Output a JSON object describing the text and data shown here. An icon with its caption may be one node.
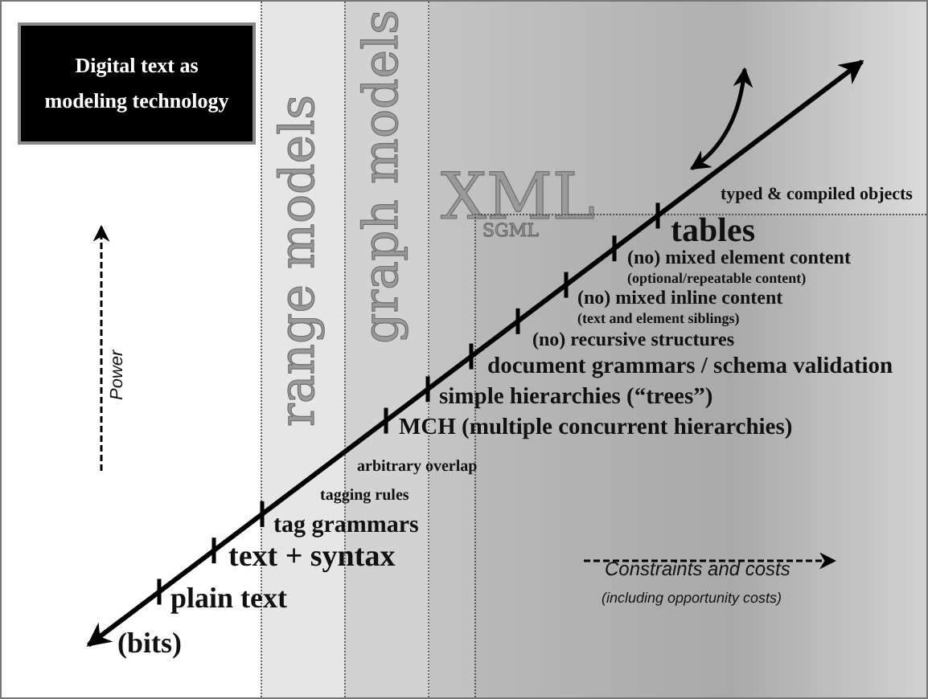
{
  "diagram": {
    "title": "Digital text as modeling technology",
    "nodes": [
      {
        "text": [
          "range models"
        ]
      },
      {
        "text": [
          "graph models"
        ]
      },
      {
        "text": [
          "XML"
        ]
      },
      {
        "text": [
          "SGML"
        ],
        "in": 2
      }
    ],
    "labels": [
      "typed & compiled objects",
      "tables",
      "(no) mixed element content",
      "(optional/repeatable content)",
      "(no) mixed inline content",
      "(text and element siblings)",
      "(no) recursive structures",
      "document grammars / schema validation",
      "simple hierarchies (“trees”)",
      "MCH (multiple concurrent hierarchies)",
      "arbitrary overlap",
      "Power",
      "tagging rules",
      "tag grammars",
      "text + syntax",
      "Constraints and costs",
      "(including opportunity costs)",
      "plain text",
      "(bits)"
    ]
  }
}
